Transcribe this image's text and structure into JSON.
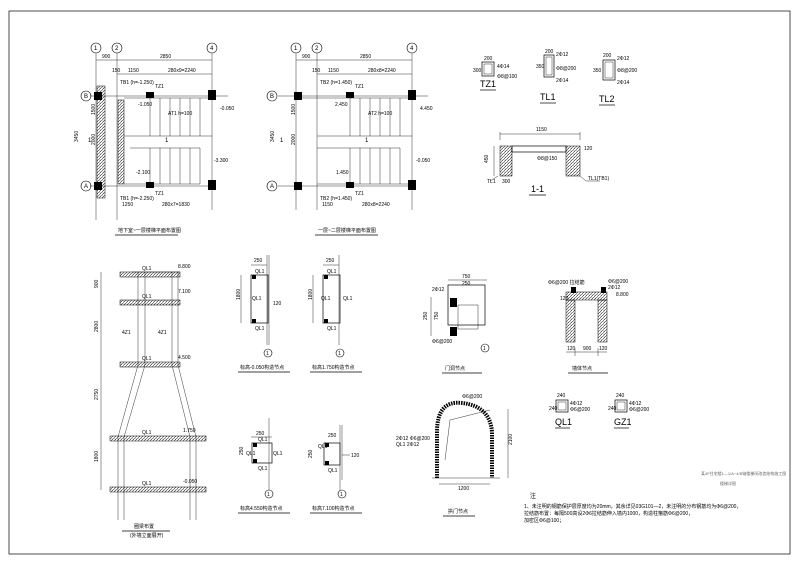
{
  "plan1": {
    "axes": [
      "1",
      "2",
      "4",
      "B",
      "A"
    ],
    "dims": [
      "900",
      "2850",
      "150",
      "1150",
      "280x9=2240",
      "1500",
      "2000",
      "1250",
      "280x7=1830",
      "3450"
    ],
    "labels": [
      "TB1 (h=-1.250)",
      "TZ1",
      "TZ1",
      "TB1 (h=-2.250)",
      "-1.050",
      "-0.050",
      "-3.300",
      "-2.100",
      "1",
      "1",
      "AT1 h=100"
    ],
    "title": "地下室~一层楼梯平面布置图"
  },
  "plan2": {
    "axes": [
      "1",
      "2",
      "4",
      "B",
      "A"
    ],
    "dims": [
      "900",
      "2850",
      "150",
      "1150",
      "280x8=2240",
      "1500",
      "2000",
      "1150",
      "280x8=2240",
      "3450"
    ],
    "labels": [
      "TB2 (h=1.450)",
      "TZ1",
      "TZ1",
      "TB2 (h=1.450)",
      "2.450",
      "4.450",
      "-0.050",
      "1.450",
      "1",
      "1",
      "AT2 h=100"
    ],
    "title": "一层~二层楼梯平面布置图"
  },
  "sections_small": {
    "names": [
      "TZ1",
      "TL1",
      "TL2"
    ],
    "notes": [
      "200",
      "300",
      "4Φ14",
      "Φ8@100",
      "200",
      "350",
      "2Φ12",
      "Φ8@200",
      "2Φ14",
      "200",
      "350",
      "2Φ12",
      "Φ8@200",
      "2Φ14"
    ]
  },
  "section_11": {
    "name": "1-1",
    "notes": [
      "1150",
      "450",
      "TL1",
      "300",
      "Φ8@150",
      "TL1(TB1)",
      "120"
    ]
  },
  "elevation": {
    "elevs": [
      "8.800",
      "7.100",
      "4.500",
      "1.750",
      "-0.050"
    ],
    "dims": [
      "900",
      "2800",
      "2750",
      "1800"
    ],
    "labels": [
      "QL1",
      "QL1",
      "QL1",
      "QL1",
      "QL1",
      "4Z1",
      "4Z1"
    ],
    "title": "圈梁布置",
    "subtitle": "(外墙立面展开)"
  },
  "details": [
    {
      "title": "标高-0.050构造节点",
      "dims": [
        "250",
        "1800",
        "120"
      ],
      "labels": [
        "QL1",
        "QL1",
        "QL1",
        "1"
      ]
    },
    {
      "title": "标高1.750构造节点",
      "dims": [
        "250",
        "1800"
      ],
      "labels": [
        "QL1",
        "QL1",
        "QL1",
        "QL1",
        "1"
      ]
    },
    {
      "title": "标高4.550构造节点",
      "dims": [
        "250",
        "250"
      ],
      "labels": [
        "QL1",
        "QL1",
        "QL1",
        "QL1",
        "1"
      ]
    },
    {
      "title": "标高7.100构造节点",
      "dims": [
        "250",
        "250",
        "120"
      ],
      "labels": [
        "QL1",
        "QL1",
        "1"
      ]
    }
  ],
  "door_detail": {
    "title": "门洞节点",
    "dims": [
      "750",
      "250",
      "250",
      "750"
    ],
    "labels": [
      "2Φ12",
      "Φ6@200",
      "1"
    ]
  },
  "wall_detail": {
    "title": "墙体节点",
    "dims": [
      "120",
      "900",
      "120",
      "120"
    ],
    "labels": [
      "Φ6@200 拉结筋",
      "Φ6@200",
      "2Φ12",
      "8.800"
    ]
  },
  "arch_detail": {
    "title": "拱门节点",
    "dims": [
      "1200",
      "2100"
    ],
    "labels": [
      "2Φ12 Φ6@200",
      "QL1 2Φ12",
      "Φ6@200"
    ]
  },
  "beam_sections": [
    {
      "name": "QL1",
      "dims": [
        "240",
        "240"
      ],
      "notes": [
        "4Φ12",
        "Φ6@200"
      ]
    },
    {
      "name": "GZ1",
      "dims": [
        "240",
        "240"
      ],
      "notes": [
        "4Φ12",
        "Φ6@200"
      ]
    }
  ],
  "notes": {
    "heading": "注",
    "lines": [
      "1、未注明的钢筋保护层厚度均为20mm，其余详见03G101—2，未注明的分布钢筋均为Φ6@200，",
      "拉结筋布置：每隔500高设2Φ6拉结筋伸入墙内1000，构造柱箍筋Φ6@200，",
      "加密区Φ6@100；"
    ]
  },
  "title_block": {
    "line1": "某4F住宅楼1—1/A~4/B轴楼梯间改造结构施工图",
    "line2": "楼梯详图"
  }
}
